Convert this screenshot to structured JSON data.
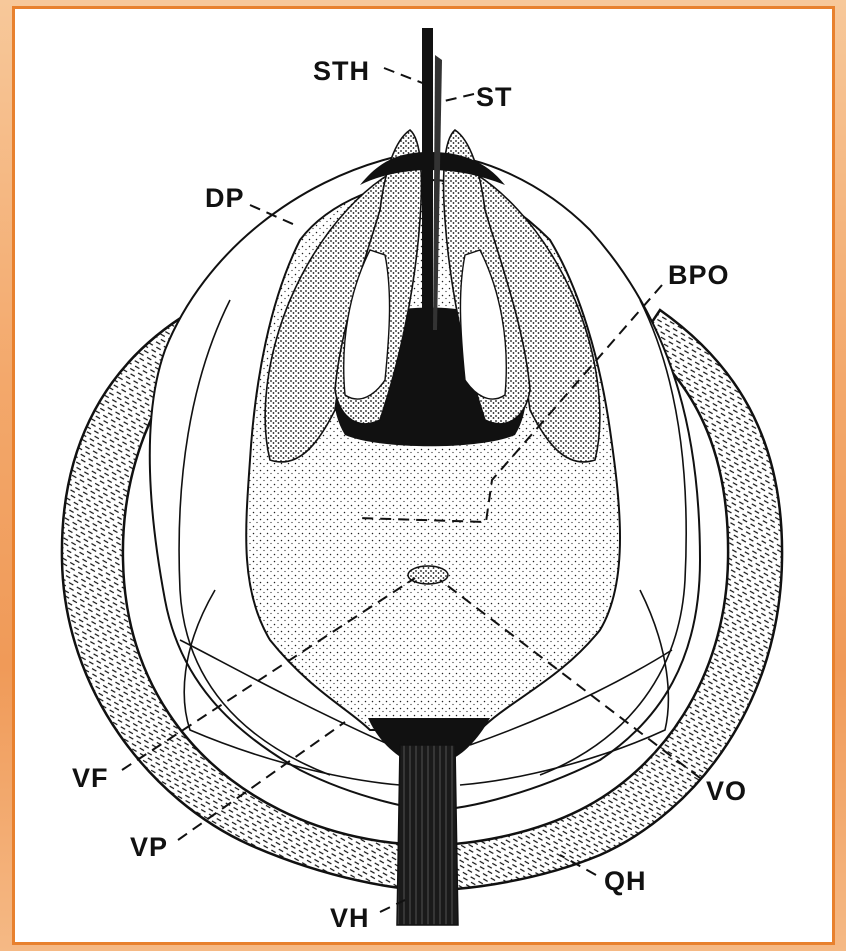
{
  "labels": {
    "sth": "STH",
    "st": "ST",
    "dp": "DP",
    "bpo": "BPO",
    "vf": "VF",
    "vo": "VO",
    "vp": "VP",
    "qh": "QH",
    "vh": "VH"
  }
}
